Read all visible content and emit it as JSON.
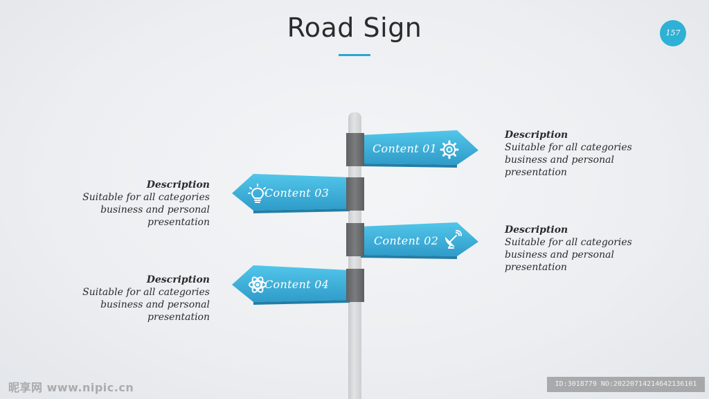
{
  "title": "Road Sign",
  "page_number": "157",
  "colors": {
    "accent": "#2fb0d5",
    "sign_top": "#4dc3e8",
    "sign_bottom": "#2f99c8",
    "clamp": "#6b6d6f",
    "pole": "#d6d7d9"
  },
  "signs": [
    {
      "label": "Content 01",
      "icon": "gear-icon",
      "direction": "right"
    },
    {
      "label": "Content 03",
      "icon": "lightbulb-icon",
      "direction": "left"
    },
    {
      "label": "Content 02",
      "icon": "satellite-dish-icon",
      "direction": "right"
    },
    {
      "label": "Content 04",
      "icon": "atom-icon",
      "direction": "left"
    }
  ],
  "descriptions": [
    {
      "heading": "Description",
      "lines": [
        "Suitable for all categories",
        "business and personal",
        "presentation"
      ]
    },
    {
      "heading": "Description",
      "lines": [
        "Suitable for all categories",
        "business and personal",
        "presentation"
      ]
    },
    {
      "heading": "Description",
      "lines": [
        "Suitable for all categories",
        "business and personal",
        "presentation"
      ]
    },
    {
      "heading": "Description",
      "lines": [
        "Suitable for all categories",
        "business and personal",
        "presentation"
      ]
    }
  ],
  "watermark": {
    "left": "昵享网 www.nipic.cn",
    "right": "ID:3018779 NO:20220714214642136101"
  }
}
